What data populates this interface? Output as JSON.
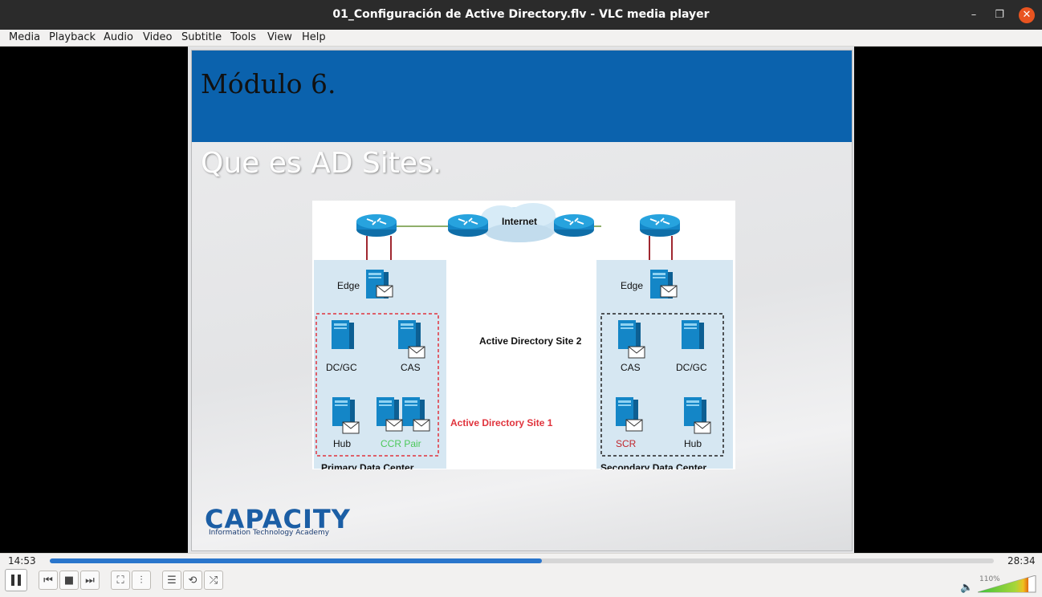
{
  "window": {
    "title": "01_Configuración de Active Directory.flv - VLC media player",
    "minimize_glyph": "–",
    "restore_glyph": "❐",
    "close_glyph": "✕"
  },
  "menu": {
    "items": [
      "Media",
      "Playback",
      "Audio",
      "Video",
      "Subtitle",
      "Tools",
      "View",
      "Help"
    ]
  },
  "slide": {
    "module_title": "Módulo 6.",
    "subtitle": "Que es AD Sites.",
    "logo_text": "CAPACITY",
    "logo_tagline": "Information Technology Academy",
    "banner_color": "#0b62ad"
  },
  "diagram": {
    "internet_label": "Internet",
    "primary": {
      "edge": "Edge",
      "dcgc": "DC/GC",
      "cas": "CAS",
      "hub": "Hub",
      "ccr": "CCR Pair",
      "site_label": "Active Directory Site 1",
      "name": "Primary Data Center"
    },
    "secondary": {
      "edge": "Edge",
      "cas": "CAS",
      "dcgc": "DC/GC",
      "scr": "SCR",
      "hub": "Hub",
      "site_label": "Active Directory Site 2",
      "name": "Secondary Data Center"
    },
    "colors": {
      "server": "#1486c7",
      "site1": "#e0333c",
      "ccr": "#4cc85a",
      "scr": "#c0272d"
    }
  },
  "playback": {
    "elapsed": "14:53",
    "total": "28:34",
    "progress_fraction": 0.521
  },
  "buttons": {
    "prev": "⏮",
    "stop": "■",
    "next": "⏭",
    "fullscreen": "⛶",
    "extended": "⫶",
    "playlist": "☰",
    "loop": "⟲",
    "random": "⤮"
  },
  "volume": {
    "label": "110%",
    "icon": "🔈",
    "level_fraction": 1.1
  }
}
